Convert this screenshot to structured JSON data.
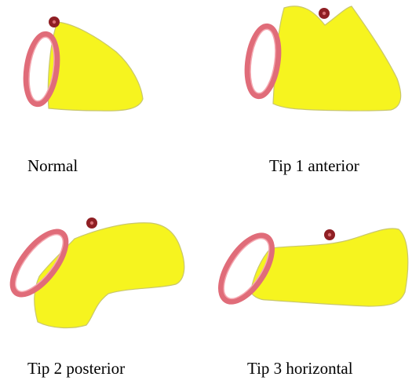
{
  "panels": [
    {
      "id": "normal",
      "caption": "Normal"
    },
    {
      "id": "tip1",
      "caption": "Tip 1 anterior"
    },
    {
      "id": "tip2",
      "caption": "Tip 2 posterior"
    },
    {
      "id": "tip3",
      "caption": "Tip 3 horizontal"
    }
  ],
  "colors": {
    "shape_fill": "#f6f41f",
    "shape_stroke": "#c9c76c",
    "ring_stroke": "#e06c79",
    "ring_inner_stroke": "#f4a7b0",
    "dot_fill": "#8f1f24",
    "dot_center": "#d96f73"
  }
}
